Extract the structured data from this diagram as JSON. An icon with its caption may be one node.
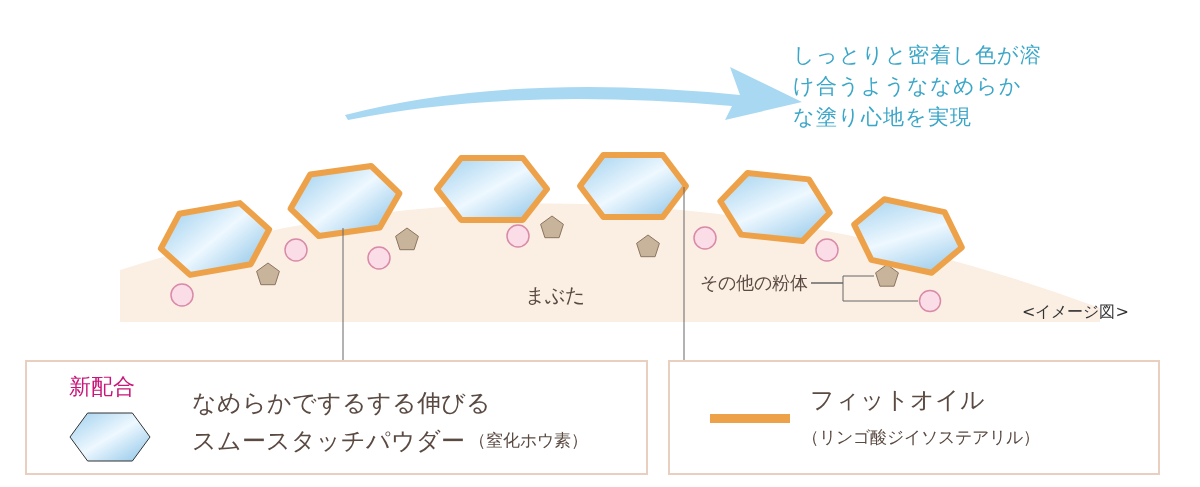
{
  "diagram": {
    "nodes": [
      {
        "text": [],
        "shape": "hexagon"
      },
      {
        "text": [],
        "shape": "hexagon"
      },
      {
        "text": [
          "まぶた"
        ]
      },
      {
        "text": [
          "その他の粉体"
        ],
        "in": 2
      },
      {
        "text": [],
        "shape": "pentagon",
        "in": 2
      },
      {
        "text": [],
        "shape": "circle",
        "in": 2
      },
      {
        "text": [
          "新配合",
          "なめらかでするする伸びるスムースタッチパウダー",
          "（窒化ホウ素）"
        ]
      },
      {
        "text": [
          "フィットオイル",
          "（リンゴ酸ジイソステアリル）"
        ]
      }
    ],
    "edges": [
      {
        "from": 0,
        "to": 6,
        "arrow": "none"
      },
      {
        "from": 1,
        "to": 7,
        "arrow": "none"
      },
      {
        "from": 3,
        "to": 4,
        "arrow": "none"
      },
      {
        "from": 3,
        "to": 5,
        "arrow": "none"
      }
    ],
    "labels": [
      "しっとりと密着し色が溶け合うようななめらかな塗り心地を実現",
      "<イメージ図>"
    ]
  }
}
